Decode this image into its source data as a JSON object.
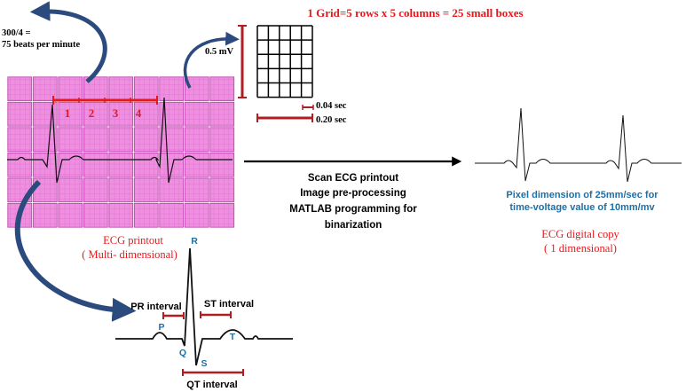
{
  "rate_note": {
    "line1": "300/4 =",
    "line2": "75 beats per minute"
  },
  "grid_legend": {
    "title": "1 Grid=5 rows x 5 columns = 25 small boxes",
    "voltage_label": "0.5 mV",
    "small_box_label": "0.04 sec",
    "large_box_label": "0.20 sec"
  },
  "rr_count_labels": [
    "1",
    "2",
    "3",
    "4"
  ],
  "printout_caption": {
    "line1": "ECG printout",
    "line2": "( Multi- dimensional)"
  },
  "process_steps": [
    "Scan ECG printout",
    "Image pre-processing",
    "MATLAB programming for",
    "binarization"
  ],
  "digital_note": {
    "line1": "Pixel dimension of 25mm/sec for",
    "line2": "time-voltage value of 10mm/mv"
  },
  "digital_caption": {
    "line1": "ECG digital copy",
    "line2": "( 1 dimensional)"
  },
  "waveform_labels": {
    "p": "P",
    "q": "Q",
    "r": "R",
    "s": "S",
    "t": "T",
    "pr_interval": "PR interval",
    "st_interval": "ST interval",
    "qt_interval": "QT interval"
  },
  "colors": {
    "title_red": "#e8171b",
    "interval_red": "#b01e23",
    "arrow_blue": "#2b4a7e",
    "wave_label_blue": "#1f6fa3",
    "paper_pink": "#ee8fe0",
    "grid_magenta": "#c03cae"
  }
}
